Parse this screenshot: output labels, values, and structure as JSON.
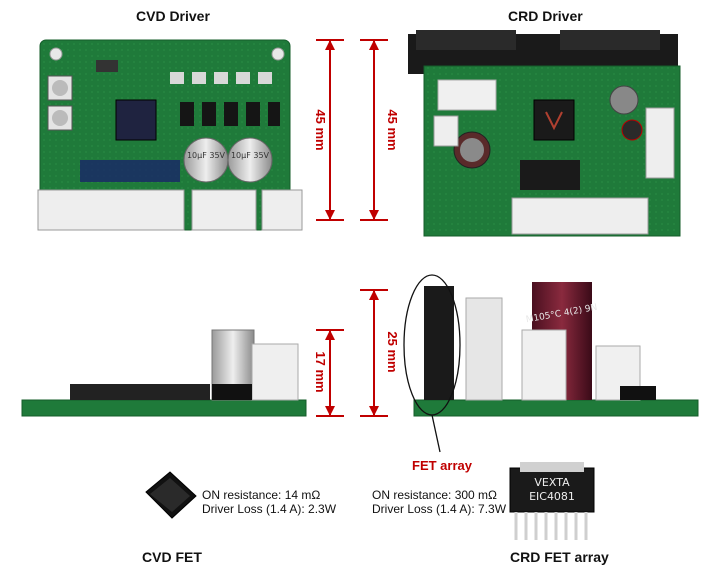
{
  "titles": {
    "cvd_driver": "CVD Driver",
    "crd_driver": "CRD Driver",
    "cvd_fet": "CVD FET",
    "crd_fet_array": "CRD FET array"
  },
  "dimensions": {
    "cvd_height": "45 mm",
    "crd_height": "45 mm",
    "cvd_thickness": "17 mm",
    "crd_thickness": "25 mm"
  },
  "callout": {
    "fet_array": "FET array"
  },
  "specs": {
    "cvd_on_resistance": "ON resistance: 14 mΩ",
    "cvd_driver_loss": "Driver Loss (1.4 A): 2.3W",
    "crd_on_resistance": "ON resistance: 300 mΩ",
    "crd_driver_loss": "Driver Loss (1.4 A): 7.3W"
  },
  "part_markings": {
    "cvd_cap1": "10μF 35V",
    "cvd_cap2": "10μF 35V",
    "crd_cap": "M105°C 4(2) 9N",
    "fet_chip_line1": "VEXTA",
    "fet_chip_line2": "EIC4081"
  },
  "colors": {
    "pcb_green": "#1f7a3a",
    "dimension_red": "#c00000"
  }
}
